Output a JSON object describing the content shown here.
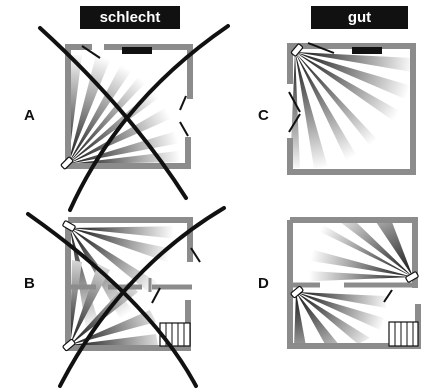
{
  "headers": {
    "bad": "schlecht",
    "good": "gut"
  },
  "rows": {
    "a": "A",
    "b": "B",
    "c": "C",
    "d": "D"
  },
  "icons": {
    "detector": "motion-detector-icon",
    "radiator": "radiator-icon",
    "cross": "cross-out-mark"
  },
  "colors": {
    "ink": "#111111",
    "wall": "#8c8c8c",
    "fan_light": "#ffffff"
  }
}
